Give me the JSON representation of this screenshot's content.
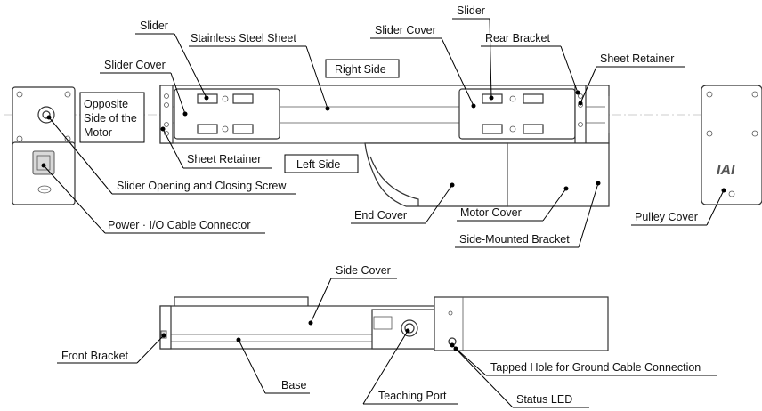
{
  "labels": {
    "slider_left": "Slider",
    "stainless_steel_sheet": "Stainless Steel Sheet",
    "slider_cover_top": "Slider Cover",
    "slider_right": "Slider",
    "rear_bracket": "Rear Bracket",
    "slider_cover_left": "Slider Cover",
    "right_side": "Right Side",
    "sheet_retainer_right": "Sheet Retainer",
    "opposite_side": [
      "Opposite",
      "Side of the",
      "Motor"
    ],
    "sheet_retainer_left": "Sheet Retainer",
    "left_side": "Left Side",
    "slider_opening_screw": "Slider Opening and Closing Screw",
    "power_io_connector": "Power · I/O Cable Connector",
    "end_cover": "End Cover",
    "motor_cover": "Motor Cover",
    "pulley_cover": "Pulley Cover",
    "side_mounted_bracket": "Side-Mounted Bracket",
    "side_cover": "Side Cover",
    "front_bracket": "Front Bracket",
    "tapped_hole": "Tapped Hole for Ground Cable Connection",
    "base": "Base",
    "teaching_port": "Teaching Port",
    "status_led": "Status LED",
    "logo": "IAI"
  }
}
